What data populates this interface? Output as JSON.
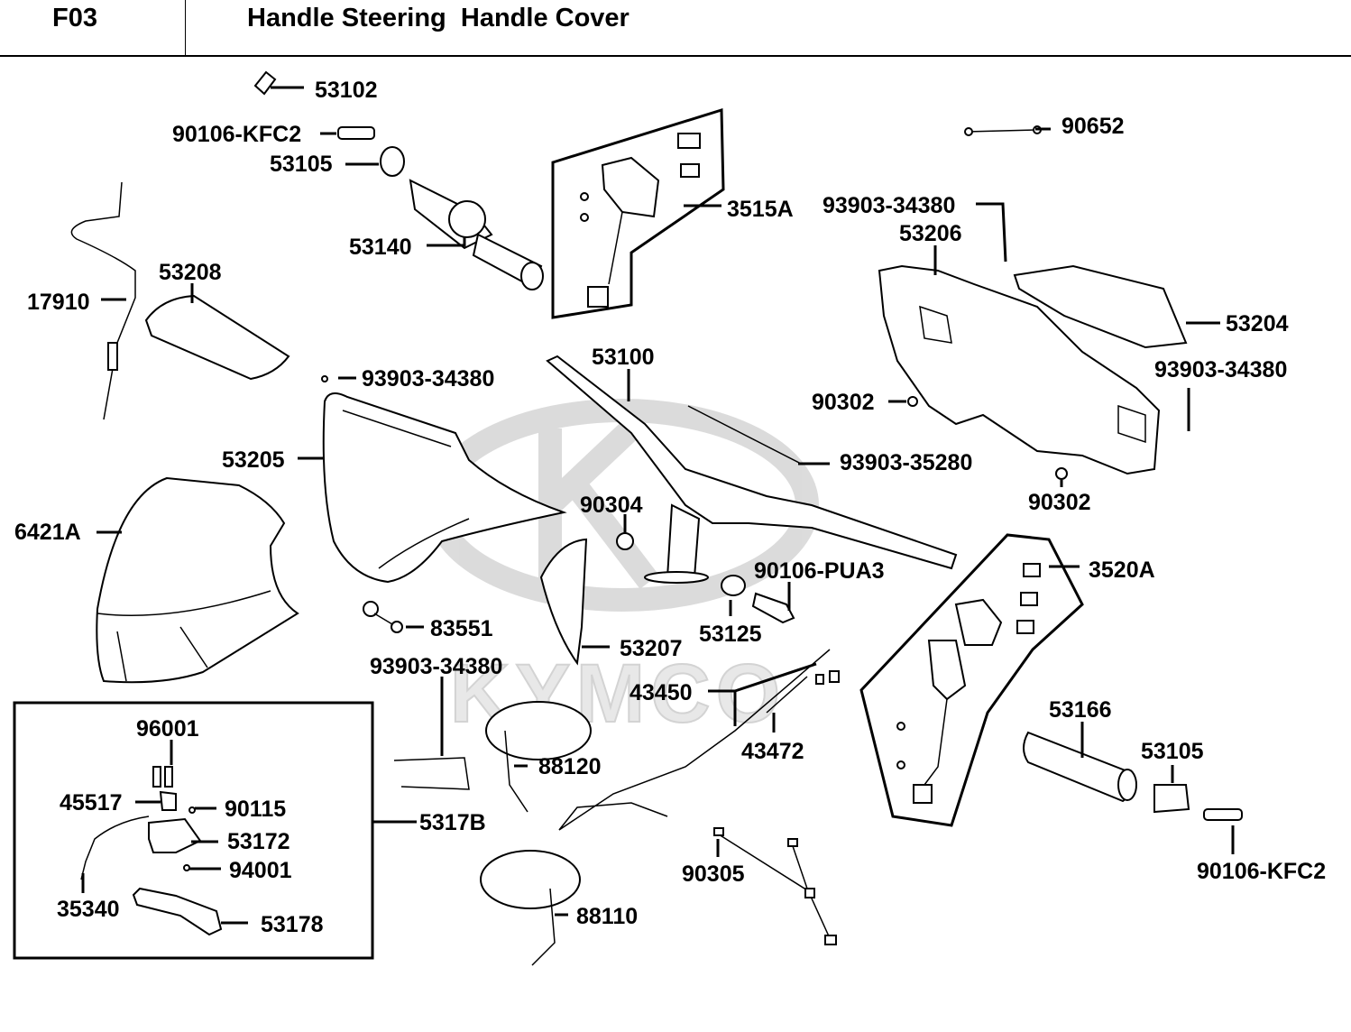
{
  "header": {
    "code": "F03",
    "title": "Handle Steering  Handle Cover"
  },
  "watermark": {
    "text": "KYMCO",
    "color": "#d9d9d9"
  },
  "callouts": [
    "53102",
    "90106-KFC2",
    "53105",
    "53140",
    "3515A",
    "90652",
    "93903-34380",
    "53206",
    "17910",
    "53208",
    "53204",
    "93903-34380",
    "53100",
    "90302",
    "93903-34380",
    "53205",
    "93903-35280",
    "90302",
    "90304",
    "6421A",
    "3520A",
    "90106-PUA3",
    "83551",
    "53125",
    "53207",
    "93903-34380",
    "43450",
    "53166",
    "96001",
    "53105",
    "43472",
    "88120",
    "90115",
    "45517",
    "5317B",
    "53172",
    "90106-KFC2",
    "90305",
    "94001",
    "35340",
    "88110",
    "53178"
  ]
}
